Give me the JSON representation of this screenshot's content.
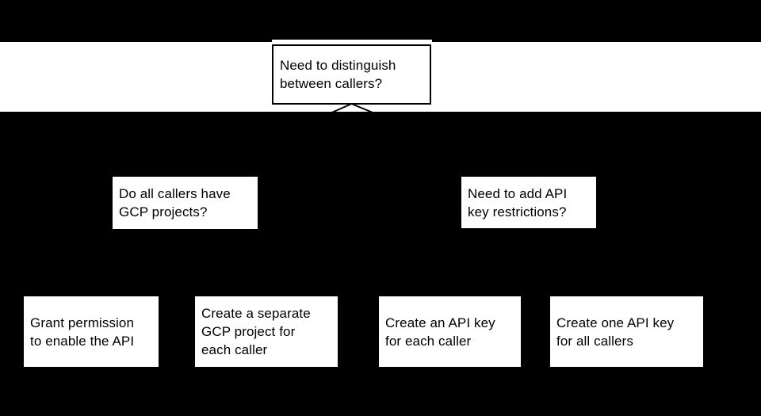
{
  "diagram": {
    "type": "flowchart-decision-tree",
    "colors": {
      "page_background": "#000000",
      "band_background": "#ffffff",
      "node_fill": "#ffffff",
      "node_border": "#000000",
      "connector_line": "#000000",
      "text": "#000000"
    },
    "nodes": {
      "root": {
        "lines": [
          "Need to distinguish",
          "between callers?"
        ]
      },
      "q_left": {
        "lines": [
          "Do all callers have",
          "GCP projects?"
        ]
      },
      "q_right": {
        "lines": [
          "Need to add API",
          "key restrictions?"
        ]
      },
      "a1": {
        "lines": [
          "Grant permission",
          "to enable the API"
        ]
      },
      "a2": {
        "lines": [
          "Create a separate",
          "GCP project for",
          "each caller"
        ]
      },
      "a3": {
        "lines": [
          "Create an API key",
          "for each caller"
        ]
      },
      "a4": {
        "lines": [
          "Create one API key",
          "for all callers"
        ]
      }
    }
  }
}
